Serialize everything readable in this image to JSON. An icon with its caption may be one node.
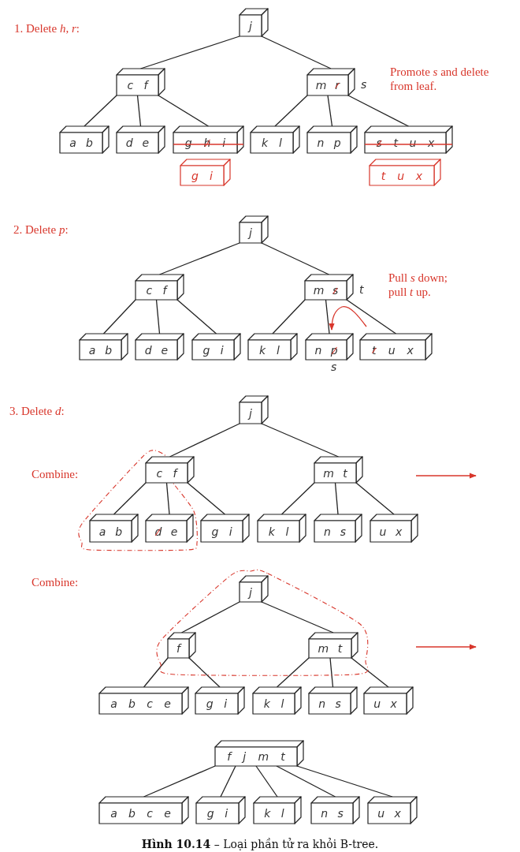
{
  "diagram": {
    "caption": "**Hình 10.14** – Loại phần tử ra khỏi B-tree.",
    "nodes": [
      {
        "text": [
          "j"
        ]
      },
      {
        "text": [
          "c",
          "f"
        ]
      },
      {
        "text": [
          "m",
          "r"
        ],
        "beside": [
          "s"
        ]
      },
      {
        "text": [
          "a",
          "b"
        ]
      },
      {
        "text": [
          "d",
          "e"
        ]
      },
      {
        "text": [
          "g",
          "h",
          "i"
        ]
      },
      {
        "text": [
          "k",
          "l"
        ]
      },
      {
        "text": [
          "n",
          "p"
        ]
      },
      {
        "text": [
          "s",
          "t",
          "u",
          "x"
        ]
      },
      {
        "text": [
          "g",
          "i"
        ]
      },
      {
        "text": [
          "t",
          "u",
          "x"
        ]
      },
      {
        "text": [
          "j"
        ]
      },
      {
        "text": [
          "c",
          "f"
        ]
      },
      {
        "text": [
          "m",
          "s"
        ],
        "beside": [
          "t"
        ]
      },
      {
        "text": [
          "a",
          "b"
        ]
      },
      {
        "text": [
          "d",
          "e"
        ]
      },
      {
        "text": [
          "g",
          "i"
        ]
      },
      {
        "text": [
          "k",
          "l"
        ]
      },
      {
        "text": [
          "n",
          "p"
        ],
        "beside": [
          "s"
        ]
      },
      {
        "text": [
          "t",
          "u",
          "x"
        ]
      },
      {
        "text": [
          "j"
        ]
      },
      {
        "text": [
          "c",
          "f"
        ]
      },
      {
        "text": [
          "m",
          "t"
        ]
      },
      {
        "text": [
          "a",
          "b"
        ]
      },
      {
        "text": [
          "d",
          "e"
        ]
      },
      {
        "text": [
          "g",
          "i"
        ]
      },
      {
        "text": [
          "k",
          "l"
        ]
      },
      {
        "text": [
          "n",
          "s"
        ]
      },
      {
        "text": [
          "u",
          "x"
        ]
      },
      {
        "text": [
          "j"
        ]
      },
      {
        "text": [
          "f"
        ]
      },
      {
        "text": [
          "m",
          "t"
        ]
      },
      {
        "text": [
          "a",
          "b",
          "c",
          "e"
        ]
      },
      {
        "text": [
          "g",
          "i"
        ]
      },
      {
        "text": [
          "k",
          "l"
        ]
      },
      {
        "text": [
          "n",
          "s"
        ]
      },
      {
        "text": [
          "u",
          "x"
        ]
      },
      {
        "text": [
          "f",
          "j",
          "m",
          "t"
        ]
      },
      {
        "text": [
          "a",
          "b",
          "c",
          "e"
        ]
      },
      {
        "text": [
          "g",
          "i"
        ]
      },
      {
        "text": [
          "k",
          "l"
        ]
      },
      {
        "text": [
          "n",
          "s"
        ]
      },
      {
        "text": [
          "u",
          "x"
        ]
      }
    ],
    "edges": [
      {
        "from": 0,
        "to": 1,
        "arrow": "none"
      },
      {
        "from": 0,
        "to": 2,
        "arrow": "none"
      },
      {
        "from": 1,
        "to": 3,
        "arrow": "none"
      },
      {
        "from": 1,
        "to": 4,
        "arrow": "none"
      },
      {
        "from": 1,
        "to": 5,
        "arrow": "none"
      },
      {
        "from": 2,
        "to": 6,
        "arrow": "none"
      },
      {
        "from": 2,
        "to": 7,
        "arrow": "none"
      },
      {
        "from": 2,
        "to": 8,
        "arrow": "none"
      },
      {
        "from": 11,
        "to": 12,
        "arrow": "none"
      },
      {
        "from": 11,
        "to": 13,
        "arrow": "none"
      },
      {
        "from": 12,
        "to": 14,
        "arrow": "none"
      },
      {
        "from": 12,
        "to": 15,
        "arrow": "none"
      },
      {
        "from": 12,
        "to": 16,
        "arrow": "none"
      },
      {
        "from": 13,
        "to": 17,
        "arrow": "none"
      },
      {
        "from": 13,
        "to": 18,
        "arrow": "none"
      },
      {
        "from": 13,
        "to": 19,
        "arrow": "none"
      },
      {
        "from": 20,
        "to": 21,
        "arrow": "none"
      },
      {
        "from": 20,
        "to": 22,
        "arrow": "none"
      },
      {
        "from": 21,
        "to": 23,
        "arrow": "none"
      },
      {
        "from": 21,
        "to": 24,
        "arrow": "none"
      },
      {
        "from": 21,
        "to": 25,
        "arrow": "none"
      },
      {
        "from": 22,
        "to": 26,
        "arrow": "none"
      },
      {
        "from": 22,
        "to": 27,
        "arrow": "none"
      },
      {
        "from": 22,
        "to": 28,
        "arrow": "none"
      },
      {
        "from": 29,
        "to": 30,
        "arrow": "none"
      },
      {
        "from": 29,
        "to": 31,
        "arrow": "none"
      },
      {
        "from": 30,
        "to": 32,
        "arrow": "none"
      },
      {
        "from": 30,
        "to": 33,
        "arrow": "none"
      },
      {
        "from": 31,
        "to": 34,
        "arrow": "none"
      },
      {
        "from": 31,
        "to": 35,
        "arrow": "none"
      },
      {
        "from": 31,
        "to": 36,
        "arrow": "none"
      },
      {
        "from": 37,
        "to": 38,
        "arrow": "none"
      },
      {
        "from": 37,
        "to": 39,
        "arrow": "none"
      },
      {
        "from": 37,
        "to": 40,
        "arrow": "none"
      },
      {
        "from": 37,
        "to": 41,
        "arrow": "none"
      },
      {
        "from": 37,
        "to": 42,
        "arrow": "none"
      }
    ],
    "labels": [
      "1. Delete *h*, *r*:",
      "Promote *s* and delete from leaf.",
      "2. Delete *p*:",
      "Pull *s* down; pull *t* up.",
      "3. Delete *d*:",
      "Combine:",
      "Combine:"
    ]
  }
}
